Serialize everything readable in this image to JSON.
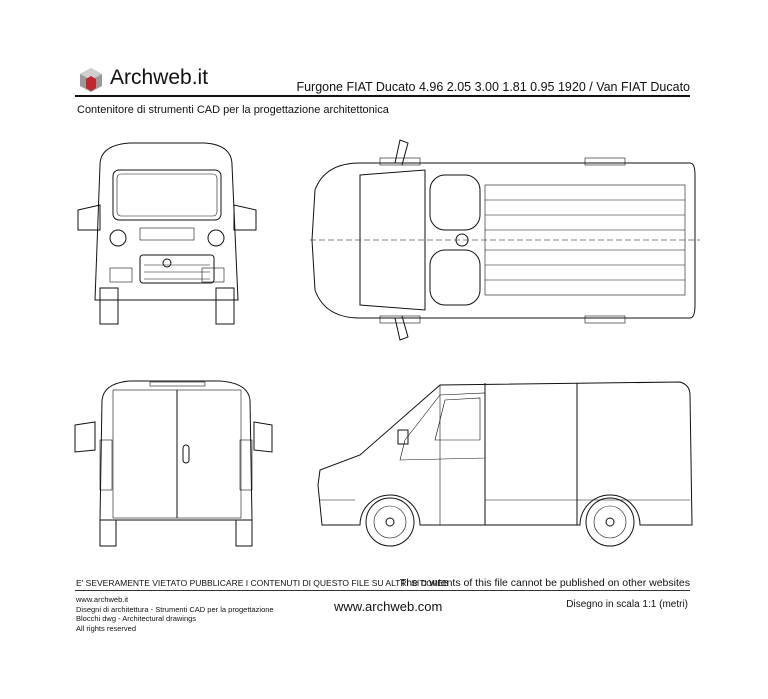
{
  "header": {
    "logo_text": "Archweb.it",
    "title": "Furgone FIAT Ducato 4.96 2.05 3.00 1.81 0.95 1920  /  Van FIAT Ducato",
    "subtitle": "Contenitore di strumenti CAD per la progettazione architettonica"
  },
  "drawing": {
    "views": [
      "front",
      "top",
      "rear",
      "side"
    ]
  },
  "footer": {
    "warning_it": "E' SEVERAMENTE VIETATO PUBBLICARE I CONTENUTI DI QUESTO FILE SU ALTRI SITI WEB",
    "warning_en": "The contents of this file cannot be published on other websites",
    "lines": [
      "www.archweb.it",
      "Disegni di architettura - Strumenti CAD  per la progettazione",
      "Blocchi dwg - Architectural drawings",
      "All rights reserved"
    ],
    "website": "www.archweb.com",
    "scale": "Disegno in scala 1:1 (metri)"
  },
  "colors": {
    "logo_red": "#c0282d",
    "logo_grey": "#8a8a8a"
  }
}
